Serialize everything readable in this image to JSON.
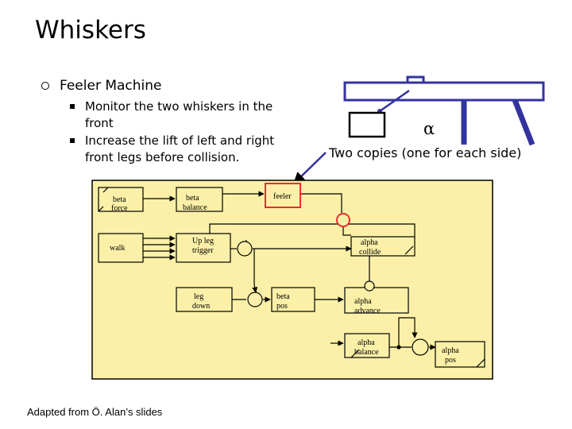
{
  "title": "Whiskers",
  "bullet": {
    "heading": "Feeler Machine",
    "items": [
      [
        "Monitor the two whiskers in the",
        "front"
      ],
      [
        "Increase the lift of left and right",
        "front legs before collision."
      ]
    ]
  },
  "figure": {
    "alpha_symbol": "α",
    "caption": "Two copies (one for each side)"
  },
  "diagram": {
    "beta_force": [
      "beta",
      "force"
    ],
    "beta_balance": [
      "beta",
      "balance"
    ],
    "feeler": "feeler",
    "walk": "walk",
    "up_leg_trigger": [
      "Up leg",
      "trigger"
    ],
    "alpha_collide": [
      "alpha",
      "collide"
    ],
    "leg_down": [
      "leg",
      "down"
    ],
    "beta_pos": [
      "beta",
      "pos"
    ],
    "alpha_advance": [
      "alpha",
      "advance"
    ],
    "alpha_balance": [
      "alpha",
      "balance"
    ],
    "alpha_pos": [
      "alpha",
      "pos"
    ]
  },
  "footer": "Adapted from Ö. Alan’s slides",
  "colors": {
    "panel_fill": "#fcf0a8",
    "robot_blue": "#3333a0",
    "highlight_red": "#e53030"
  }
}
